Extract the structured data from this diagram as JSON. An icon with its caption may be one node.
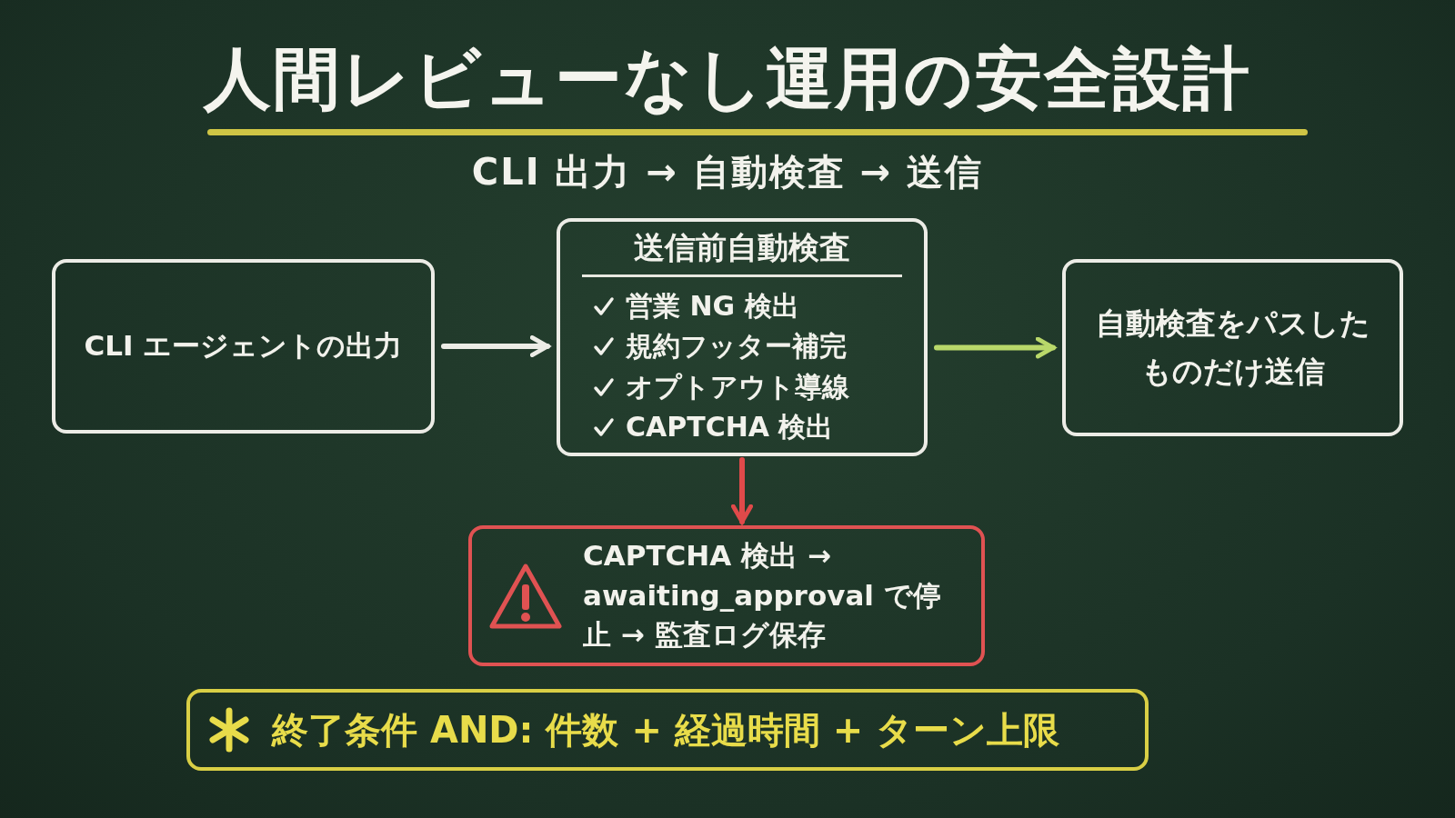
{
  "diagram": {
    "title": "人間レビューなし運用の安全設計",
    "nodes": [
      {
        "text": [
          "CLI エージェントの出力"
        ]
      },
      {
        "text": [
          "送信前自動検査",
          "営業 NG 検出",
          "規約フッター補完",
          "オプトアウト導線",
          "CAPTCHA 検出"
        ]
      },
      {
        "text": [
          "自動検査をパスしたものだけ送信"
        ]
      },
      {
        "text": [
          "CAPTCHA 検出 → awaiting_approval で停止 → 監査ログ保存"
        ]
      },
      {
        "text": [
          "終了条件 AND: 件数 + 経過時間 + ターン上限"
        ]
      }
    ],
    "edges": [
      {
        "from": 0,
        "to": 1,
        "arrow": "to"
      },
      {
        "from": 1,
        "to": 2,
        "arrow": "to",
        "color": "#b9d86a"
      },
      {
        "from": 1,
        "to": 3,
        "arrow": "to",
        "color": "#e04a4a"
      }
    ],
    "labels": [
      "CLI 出力 → 自動検査 → 送信"
    ]
  }
}
